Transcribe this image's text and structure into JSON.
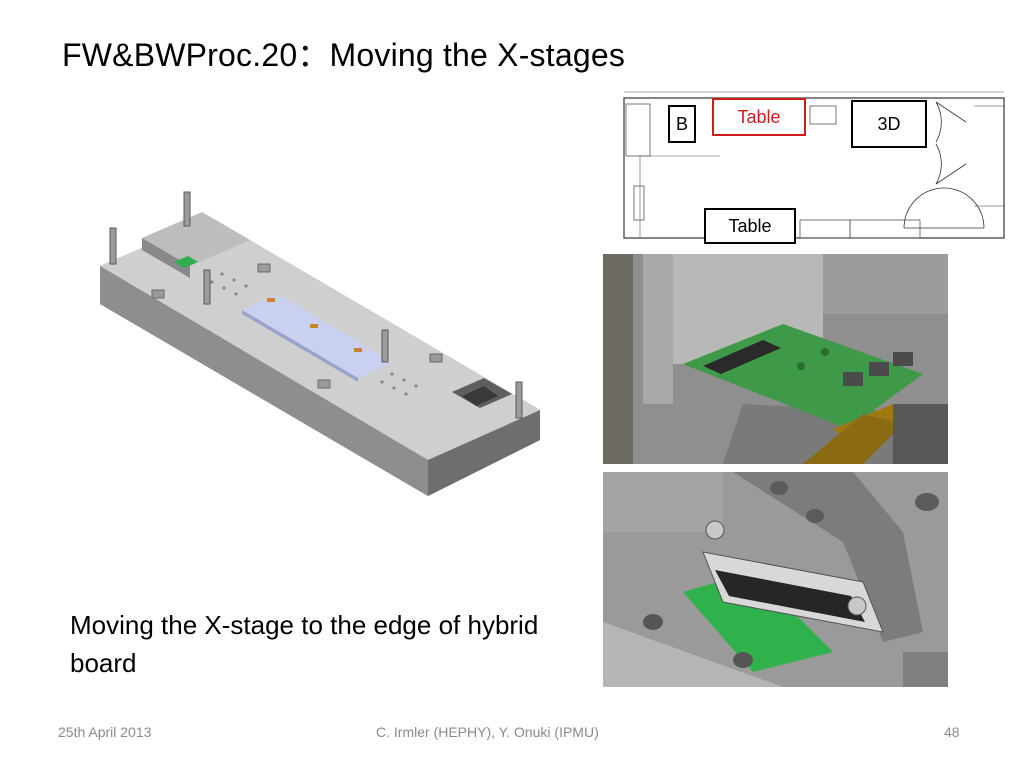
{
  "slide": {
    "title": "FW&BWProc.20：Moving the X-stages",
    "caption": "Moving the X-stage to the edge of hybrid board"
  },
  "floorplan": {
    "labels": {
      "b": "B",
      "table_top": "Table",
      "three_d": "3D",
      "table_bottom": "Table"
    },
    "colors": {
      "highlight": "#d21c1c"
    }
  },
  "footer": {
    "date": "25th April 2013",
    "authors": "C. Irmler (HEPHY), Y. Onuki (IPMU)",
    "page_number": "48"
  },
  "colors": {
    "board_green": "#2fae4f",
    "sensor_blue": "#c9d0f0",
    "metal_gray": "#a8a8a8"
  }
}
